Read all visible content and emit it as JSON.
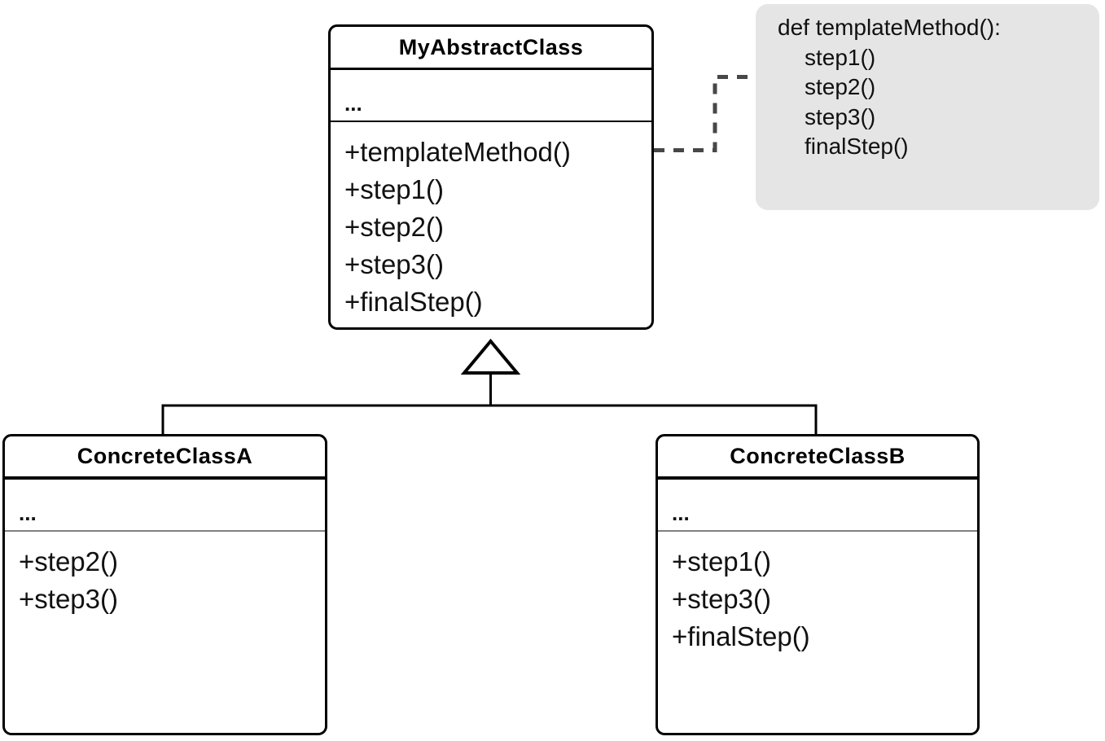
{
  "diagram": {
    "kind": "uml-class-diagram",
    "abstract_class": {
      "name": "MyAbstractClass",
      "attributes_placeholder": "...",
      "methods": [
        "+templateMethod()",
        "+step1()",
        "+step2()",
        "+step3()",
        "+finalStep()"
      ]
    },
    "concrete_class_a": {
      "name": "ConcreteClassA",
      "attributes_placeholder": "...",
      "methods": [
        "+step2()",
        "+step3()"
      ]
    },
    "concrete_class_b": {
      "name": "ConcreteClassB",
      "attributes_placeholder": "...",
      "methods": [
        "+step1()",
        "+step3()",
        "+finalStep()"
      ]
    },
    "note": {
      "lines": [
        "def templateMethod():",
        "step1()",
        "step2()",
        "step3()",
        "finalStep()"
      ]
    },
    "colors": {
      "background": "#ffffff",
      "box_stroke": "#000000",
      "text": "#111111",
      "note_background": "#e5e5e5",
      "dashed_connector": "#474747",
      "secondary_divider": "#808080"
    }
  }
}
